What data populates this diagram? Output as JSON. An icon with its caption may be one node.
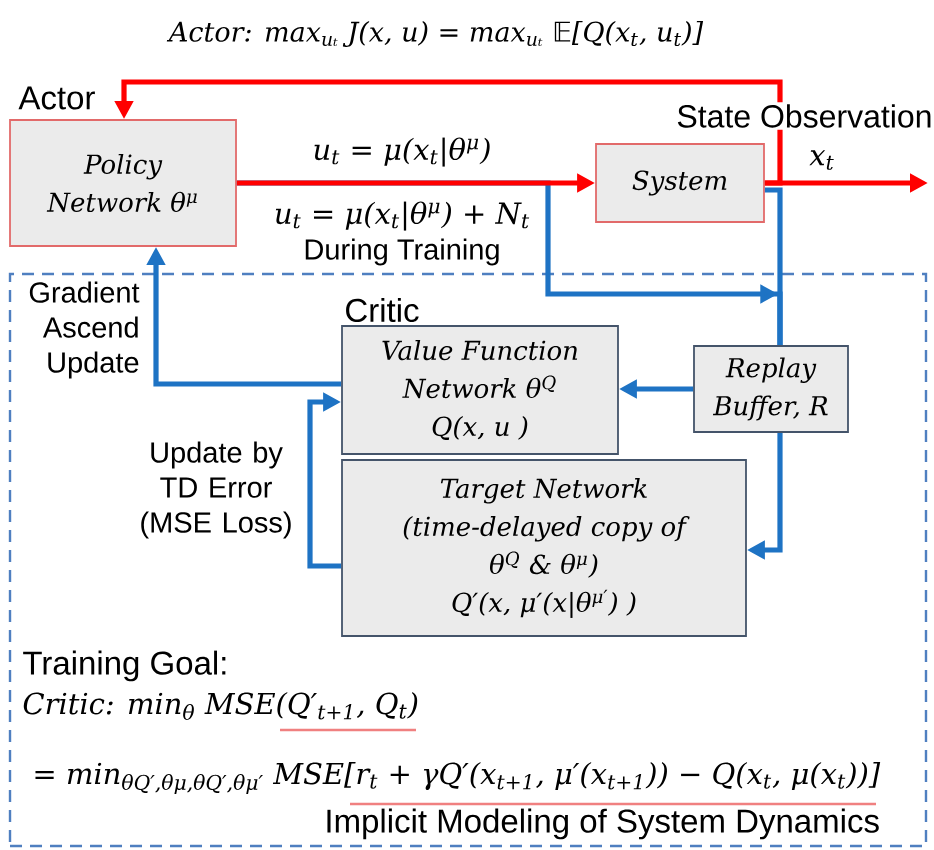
{
  "diagram": {
    "title": "Actor: max$_{uₜ}$ J(x, u) = max$_{uₜ}$ 𝔼[Q(x$_{t}$, u$_{t}$)]",
    "nodes": [
      {
        "text": [
          "Actor",
          "Policy Network θ$^{μ}$"
        ]
      },
      {
        "text": [
          "System"
        ]
      },
      {
        "text": [
          "Critic"
        ]
      },
      {
        "text": [
          "Value Function Network θ$^{Q}$",
          "Q(x, u )"
        ],
        "in": 2
      },
      {
        "text": [
          "Replay Buffer, R"
        ],
        "in": 2
      },
      {
        "text": [
          "Target Network",
          "(time-delayed copy of θ$^{Q}$ & θ$^{μ}$)",
          "Q′(x, μ′(x|θ$^{μ′}$) )"
        ],
        "in": 2
      }
    ],
    "edges": [
      {
        "from": 0,
        "to": 1,
        "arrow": "to",
        "label": "u$_{t}$ = μ(x$_{t}$|θ$^{μ}$)",
        "color": "#ff0000"
      },
      {
        "from": 1,
        "to": null,
        "arrow": "to",
        "label": "x$_{t}$",
        "color": "#ff0000"
      },
      {
        "from": 1,
        "to": 0,
        "arrow": "to",
        "color": "#ff0000"
      },
      {
        "from": 0,
        "to": 4,
        "arrow": "to"
      },
      {
        "from": 1,
        "to": 4,
        "arrow": "none"
      },
      {
        "from": 4,
        "to": 3,
        "arrow": "to"
      },
      {
        "from": 4,
        "to": 5,
        "arrow": "to"
      },
      {
        "from": 3,
        "to": 0,
        "arrow": "to",
        "label": "Gradient Ascend Update"
      },
      {
        "from": 5,
        "to": 3,
        "arrow": "to",
        "label": "Update by TD Error (MSE Loss)"
      }
    ],
    "labels": [
      "State Observation",
      "u$_{t}$ = μ(x$_{t}$|θ$^{μ}$) + N$_{t}$",
      "During Training",
      "Training Goal:",
      "Critic: min$_{θ}$ MSE(Q′$_{t+1}$, Q$_{t}$)",
      "= min$_{θQ′,θμ,θQ′,θμ′}$ MSE[r$_{t}$ + γQ′(x$_{t+1}$, μ′(x$_{t+1}$)) − Q(x$_{t}$, μ(x$_{t}$))]",
      "Implicit Modeling of System Dynamics"
    ]
  }
}
